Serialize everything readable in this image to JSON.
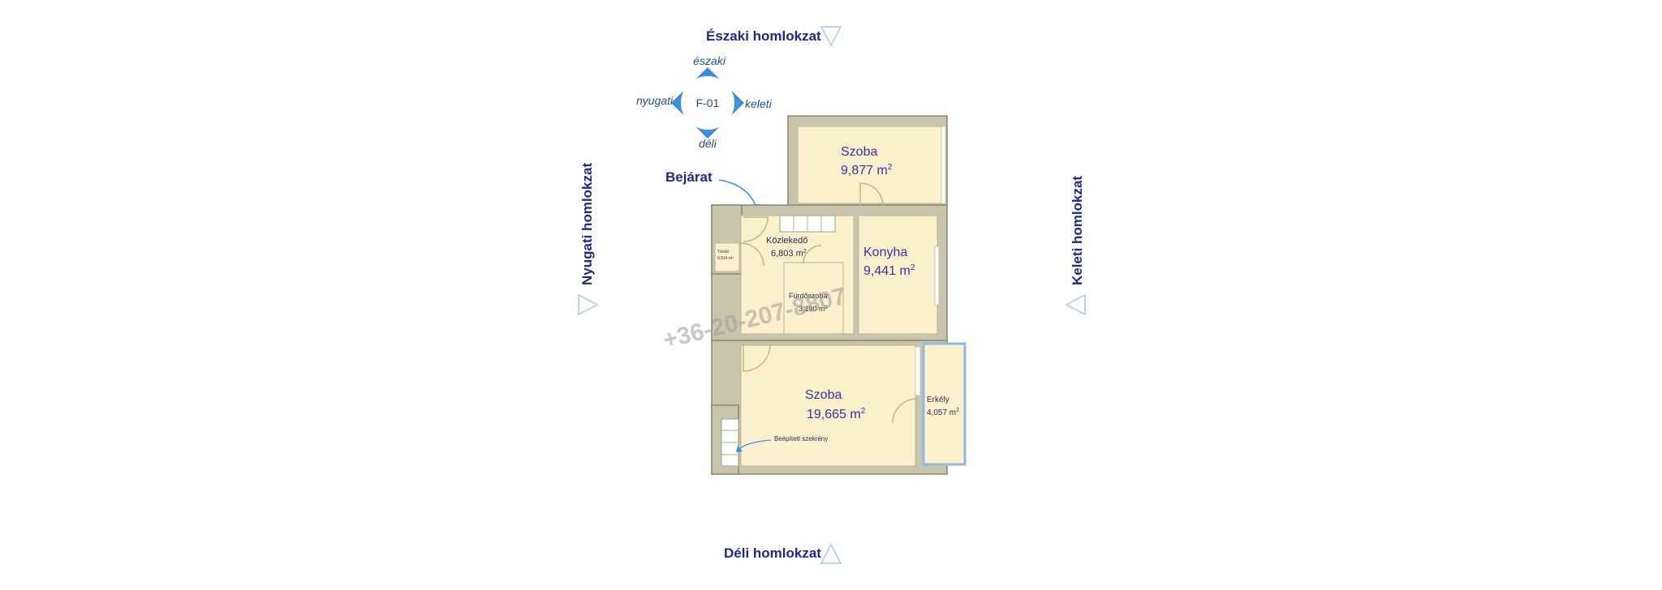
{
  "facades": {
    "north": "Északi homlokzat",
    "south": "Déli homlokzat",
    "west": "Nyugati homlokzat",
    "east": "Keleti homlokzat"
  },
  "compass": {
    "center": "F-01",
    "north": "északi",
    "south": "déli",
    "west": "nyugati",
    "east": "keleti",
    "color": "#3d8fe0"
  },
  "entrance": "Bejárat",
  "rooms": {
    "room_top": {
      "name": "Szoba",
      "area": "9,877 m",
      "sup": "2"
    },
    "kitchen": {
      "name": "Konyha",
      "area": "9,441 m",
      "sup": "2"
    },
    "corridor": {
      "name": "Közlekedő",
      "area": "6,803 m",
      "sup": "2"
    },
    "bathroom": {
      "name": "Fürdőszoba",
      "area": "3,190 m",
      "sup": "2"
    },
    "room_main": {
      "name": "Szoba",
      "area": "19,665 m",
      "sup": "2"
    },
    "balcony": {
      "name": "Erkély",
      "area": "4,057 m",
      "sup": "2"
    },
    "storage": {
      "name": "Tároló",
      "area": "0,914 m²"
    }
  },
  "builtin_wardrobe": "Beépített szekrény",
  "watermark": "+36-20-207-8807",
  "colors": {
    "floor": "#fcf0cc",
    "wall": "#c9c4ad",
    "text_blue": "#1c2a8a",
    "accent": "#3d8fe0"
  }
}
